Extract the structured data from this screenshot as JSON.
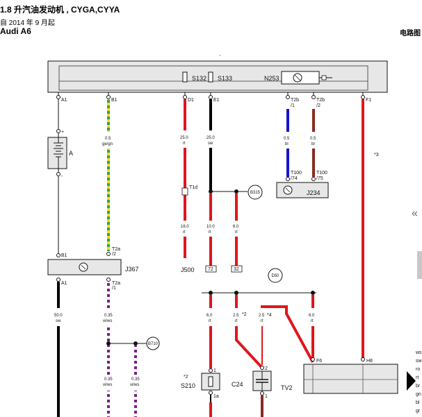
{
  "header": {
    "title": "1.8 升汽油发动机 , CYGA,CYYA",
    "subtitle": "自 2014 年 9 月起",
    "model": "Audi A6",
    "doc_type": "电路图"
  },
  "top_mark": "'",
  "components": {
    "S132": "S132",
    "S133": "S133",
    "N253": "N253",
    "A": "A",
    "J234": "J234",
    "J367": "J367",
    "J500": "J500",
    "S210": "S210",
    "C24": "C24",
    "TV2": "TV2"
  },
  "pins": {
    "A1_top": "A1",
    "B1_top": "B1",
    "D1": "D1",
    "E1": "E1",
    "F1": "F1",
    "T2b1": "T2b",
    "T2b1_n": "/1",
    "T2b2": "T2b",
    "T2b2_n": "/2",
    "T100_74": "T100",
    "T100_74_n": "/74",
    "T100_75": "T100",
    "T100_75_n": "/75",
    "T1d": "T1d",
    "B1_j367": "B1",
    "A1_j367": "A1",
    "T2a2": "T2a",
    "T2a2_n": "/2",
    "T2a1": "T2a",
    "T2a1_n": "/1",
    "F6": "F6",
    "H8": "H8",
    "p72": "72",
    "p32": "32",
    "s210_1": "1",
    "s210_1a": "1a",
    "tv2_2": "2",
    "tv2_1": "1",
    "plus": "+",
    "minus": "-"
  },
  "wires": {
    "w_b1": [
      "0.5",
      "ge/gn"
    ],
    "w_d1": [
      "25.0",
      "rt"
    ],
    "w_e1": [
      "25.0",
      "sw"
    ],
    "w_bl": [
      "0.5",
      "bl"
    ],
    "w_br": [
      "0.5",
      "br"
    ],
    "w_16": [
      "16.0",
      "rt"
    ],
    "w_10": [
      "10.0",
      "rt"
    ],
    "w_6a": [
      "6.0",
      "rt"
    ],
    "w_50": [
      "50.0",
      "sw"
    ],
    "w_vi1": [
      "0.35",
      "vi/ws"
    ],
    "w_vi2": [
      "0.35",
      "vi/ws"
    ],
    "w_vi3": [
      "0.35",
      "vi/ws"
    ],
    "w_6b": [
      "6.0",
      "rt"
    ],
    "w_25a": [
      "2.5",
      "rt"
    ],
    "w_25b": [
      "2.5",
      "rt"
    ],
    "w_6c": [
      "6.0",
      "rt"
    ]
  },
  "references": {
    "B315": "B315",
    "D50": "D50",
    "B710": "B710"
  },
  "footnotes": {
    "n3": "*3",
    "n2a": "*2",
    "n4": "*4",
    "n2b": "*2"
  },
  "right_panel": {
    "collapse_icon": "«",
    "color_codes": [
      "ws",
      "sw",
      "ro",
      "rt",
      "br",
      "gn",
      "bl",
      "gr"
    ]
  },
  "colors": {
    "red": "#e0161b",
    "black": "#000000",
    "blue": "#1414d2",
    "brown": "#8b2a22",
    "green": "#2fa83a",
    "yellow": "#f0dc1e",
    "violet": "#7a1d86",
    "box": "#e7e7e7"
  }
}
